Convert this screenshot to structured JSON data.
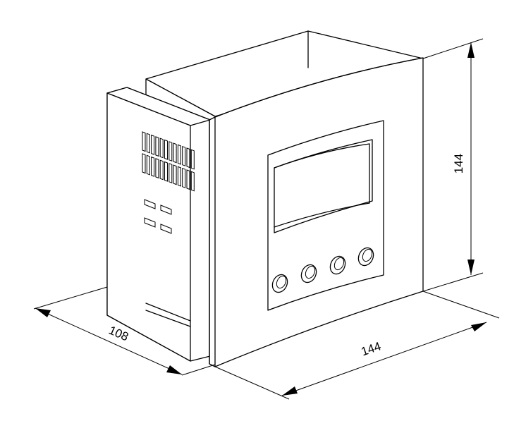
{
  "dimensions": {
    "depth_label": "108",
    "width_label": "144",
    "height_label": "144"
  }
}
